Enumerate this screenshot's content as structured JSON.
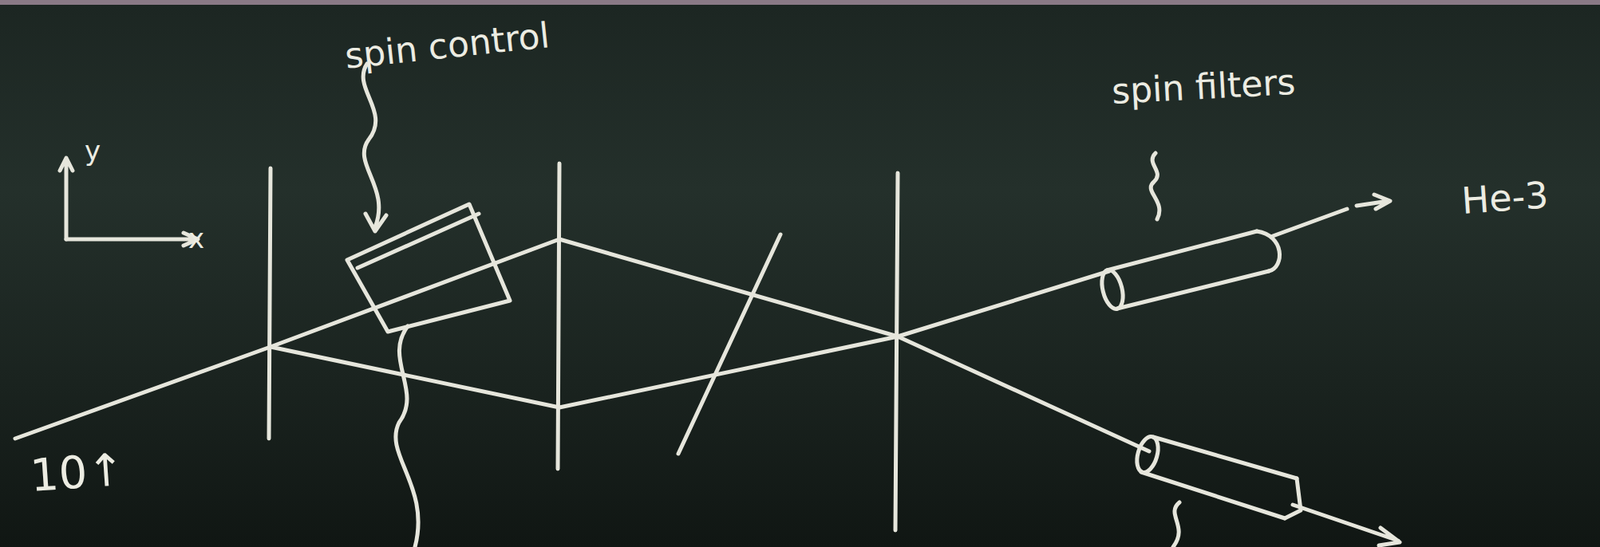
{
  "diagram": {
    "labels": [
      "spin control",
      "spin filters",
      "He-3",
      "y",
      "x",
      "10↑"
    ]
  }
}
